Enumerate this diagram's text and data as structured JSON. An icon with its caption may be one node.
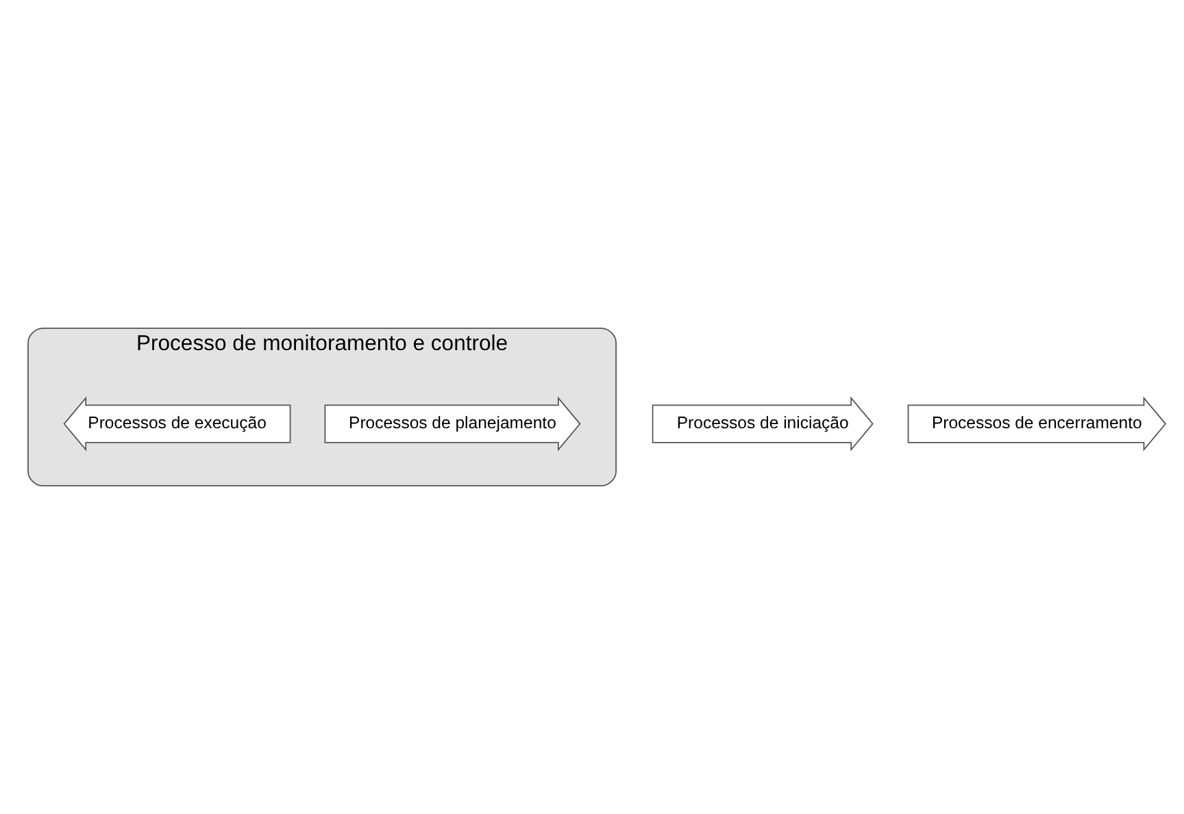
{
  "diagram": {
    "nodes": [
      {
        "text": [
          "Processo de monitoramento e controle"
        ]
      },
      {
        "text": [
          "Processos de iniciação"
        ]
      },
      {
        "text": [
          "Processos de planejamento"
        ],
        "in": 0
      },
      {
        "text": [
          "Processos de execução"
        ],
        "in": 0
      },
      {
        "text": [
          "Processos de encerramento"
        ]
      }
    ]
  }
}
